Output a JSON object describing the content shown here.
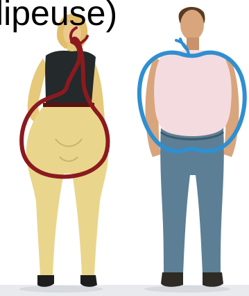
{
  "caption": {
    "text": "lipeuse)"
  },
  "colors": {
    "background": "#ffffff",
    "caption_text": "#000000",
    "woman_skin": "#e6c97a",
    "woman_pants": "#e9d68c",
    "woman_top": "#24292b",
    "woman_hair": "#e2bd6a",
    "pear_outline": "#8b1a1f",
    "man_skin": "#d9a57c",
    "man_shirt": "#f4dbe0",
    "man_jeans": "#5c7f96",
    "man_hair": "#5a3b22",
    "apple_outline": "#2f8fd0",
    "floor": "#e8eaee"
  },
  "figures": [
    {
      "icon": "woman-pear-shape-figure",
      "outline_icon": "pear-outline-icon"
    },
    {
      "icon": "man-apple-shape-figure",
      "outline_icon": "apple-outline-icon"
    }
  ]
}
